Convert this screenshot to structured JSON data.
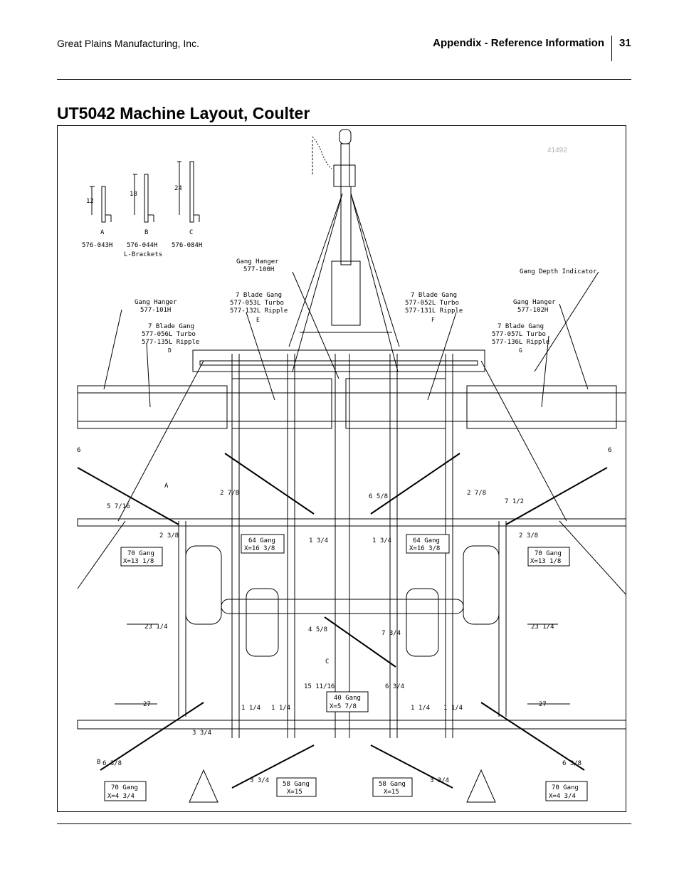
{
  "header": {
    "company": "Great Plains Manufacturing, Inc.",
    "section": "Appendix - Reference Information",
    "page_number": "31"
  },
  "title": "UT5042 Machine Layout, Coulter",
  "figure": {
    "figure_number": "41492",
    "brackets": {
      "dims": [
        "12",
        "18",
        "24"
      ],
      "letters": [
        "A",
        "B",
        "C"
      ],
      "parts": [
        "576-043H",
        "576-044H",
        "576-084H"
      ],
      "caption": "L-Brackets"
    },
    "callouts": {
      "gang_hanger_center": [
        "Gang Hanger",
        "577-100H"
      ],
      "gang_hanger_left": [
        "Gang Hanger",
        "577-101H"
      ],
      "gang_hanger_right": [
        "Gang Hanger",
        "577-102H"
      ],
      "depth_indicator": "Gang Depth Indicator",
      "gang_d": [
        "7 Blade Gang",
        "577-056L Turbo",
        "577-135L Ripple",
        "D"
      ],
      "gang_e": [
        "7 Blade Gang",
        "577-053L Turbo",
        "577-132L Ripple",
        "E"
      ],
      "gang_f": [
        "7 Blade Gang",
        "577-052L Turbo",
        "577-131L Ripple",
        "F"
      ],
      "gang_g": [
        "7 Blade Gang",
        "577-057L Turbo",
        "577-136L Ripple",
        "G"
      ]
    },
    "boxes": {
      "g64_left": [
        "64 Gang",
        "X=16 3/8"
      ],
      "g64_right": [
        "64 Gang",
        "X=16 3/8"
      ],
      "g70_mid_left": [
        "70 Gang",
        "X=13 1/8"
      ],
      "g70_mid_right": [
        "70 Gang",
        "X=13 1/8"
      ],
      "g40": [
        "40 Gang",
        "X=5 7/8"
      ],
      "g58_left": [
        "58 Gang",
        "X=15"
      ],
      "g58_right": [
        "58 Gang",
        "X=15"
      ],
      "g70_bot_left": [
        "70 Gang",
        "X=4 3/4"
      ],
      "g70_bot_right": [
        "70 Gang",
        "X=4 3/4"
      ]
    },
    "dims": {
      "d23_left": "23 1/4",
      "d23_right": "23 1/4",
      "d27_left": "27",
      "d27_right": "27",
      "d15": "15 11/16",
      "d6": "6 3/4",
      "d4": "4 5/8",
      "d7": "7 3/4",
      "d1a": "1 3/4",
      "d1b": "1 3/4",
      "d1c": "1 1/4",
      "d1d": "1 1/4",
      "d1e": "1 1/4",
      "d1f": "1 1/4",
      "d2a": "2 7/8",
      "d2b": "2 7/8",
      "d2c": "2 3/8",
      "d2d": "2 3/8",
      "d5": "5 7/16",
      "d7r": "7 1/2",
      "d6r": "6 5/8",
      "d3a": "3 3/4",
      "d3b": "3 3/4",
      "d6b": "6 3/8",
      "d6c": "6 3/8",
      "d3c": "3 3/4"
    },
    "letters": {
      "A": "A",
      "B": "B",
      "C": "C"
    },
    "edge_marks": {
      "left": "6",
      "right": "6"
    }
  }
}
